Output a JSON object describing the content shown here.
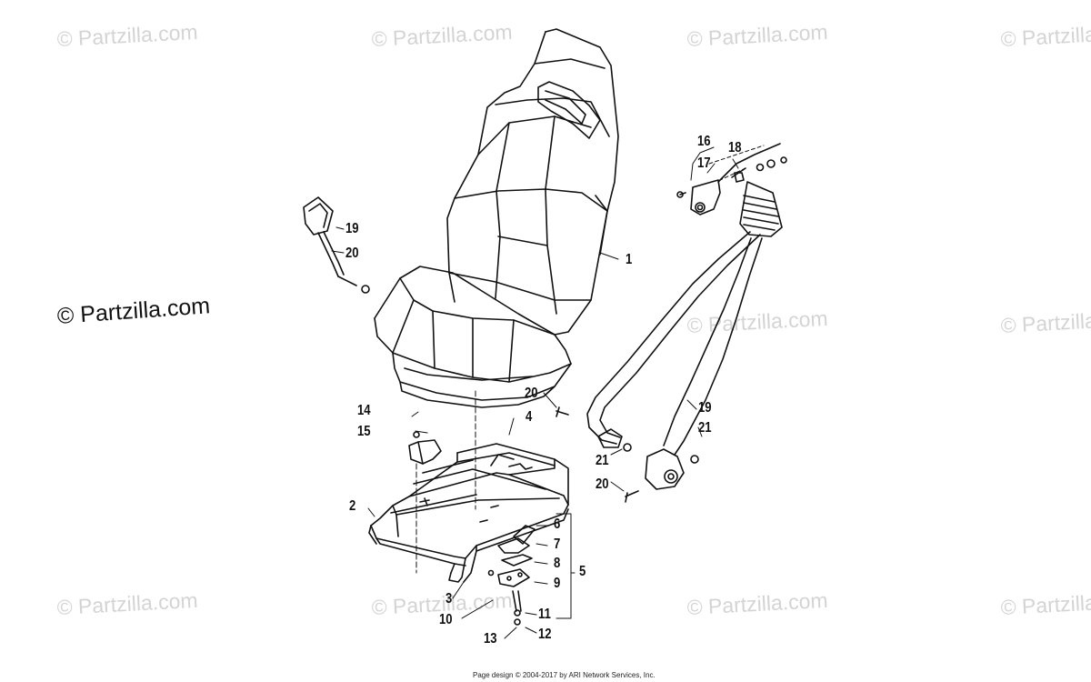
{
  "watermark_text": "© Partzilla.com",
  "main_watermark_text": "© Partzilla.com",
  "footer_text": "Page design © 2004-2017 by ARI Network Services, Inc.",
  "callouts": {
    "c1": "1",
    "c2": "2",
    "c3": "3",
    "c4": "4",
    "c5": "5",
    "c6": "6",
    "c7": "7",
    "c8": "8",
    "c9": "9",
    "c10": "10",
    "c11": "11",
    "c12": "12",
    "c13": "13",
    "c14": "14",
    "c15": "15",
    "c16": "16",
    "c17": "17",
    "c18": "18",
    "c19a": "19",
    "c19b": "19",
    "c20a": "20",
    "c20b": "20",
    "c20c": "20",
    "c21a": "21",
    "c21b": "21"
  },
  "colors": {
    "line": "#111111",
    "watermark": "#d4d4d4",
    "background": "#ffffff"
  }
}
